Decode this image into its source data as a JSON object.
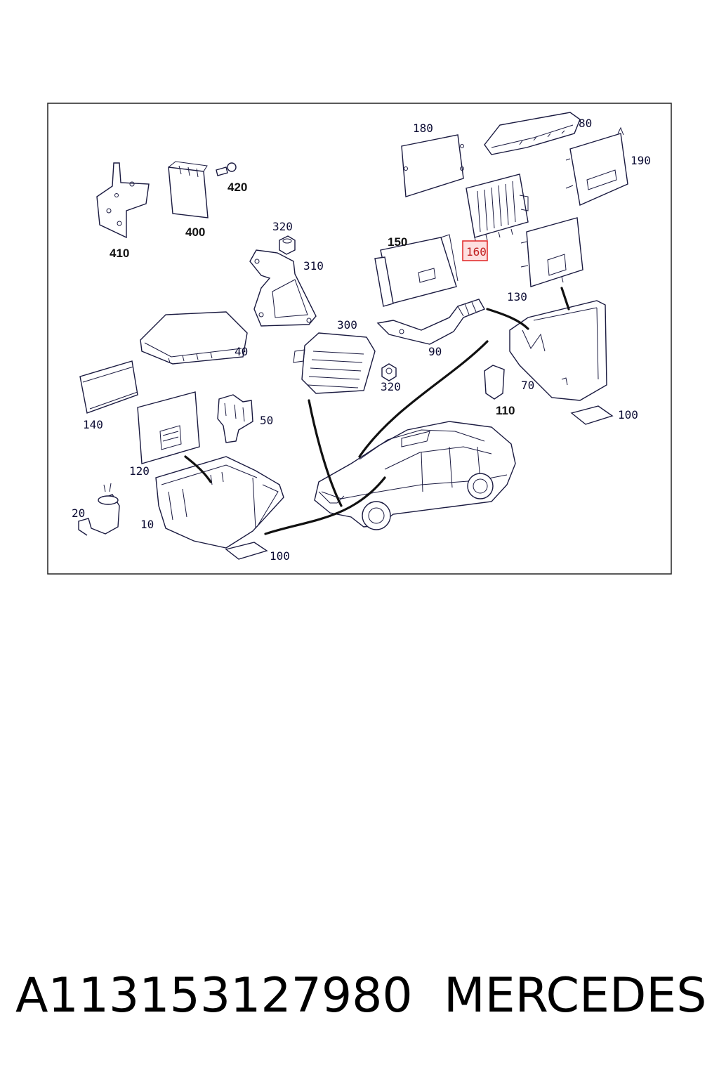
{
  "callouts": {
    "c10": "10",
    "c20": "20",
    "c40": "40",
    "c50": "50",
    "c70": "70",
    "c80": "80",
    "c90": "90",
    "c100a": "100",
    "c100b": "100",
    "c110": "110",
    "c120": "120",
    "c130": "130",
    "c140": "140",
    "c150": "150",
    "c160": "160",
    "c180": "180",
    "c190": "190",
    "c300": "300",
    "c310": "310",
    "c320a": "320",
    "c320b": "320",
    "c400": "400",
    "c410": "410",
    "c420": "420"
  },
  "highlighted_part": "160",
  "colors": {
    "highlight_border": "#e23030",
    "highlight_fill": "#fde0e0",
    "line": "#1a1a40"
  },
  "caption": {
    "part_number": "A113153127980",
    "brand": "MERCEDES"
  }
}
